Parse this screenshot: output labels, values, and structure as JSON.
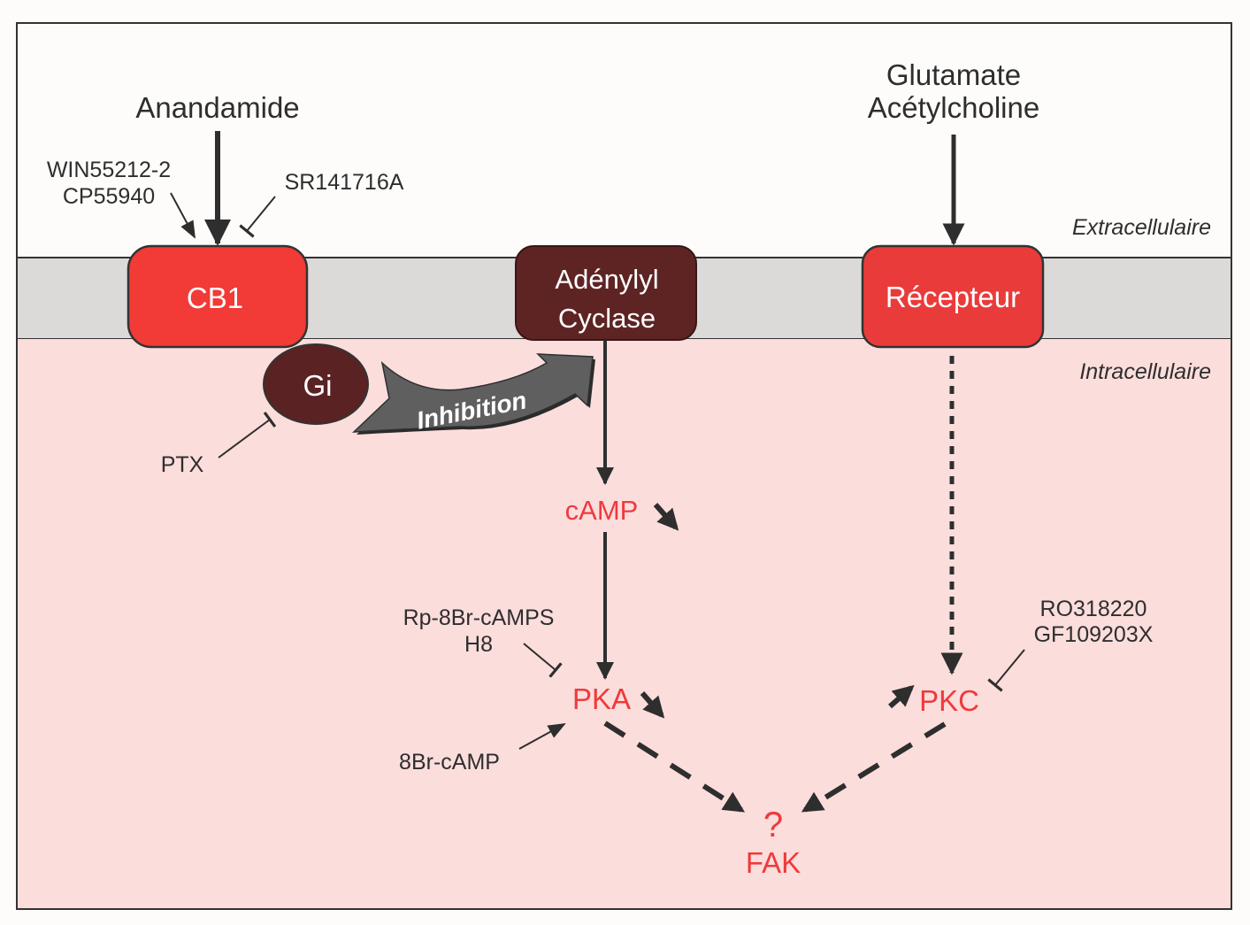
{
  "diagram": {
    "title": "",
    "compartments": {
      "extracellular": "Extracellulaire",
      "intracellular": "Intracellulaire"
    },
    "ligands": {
      "anandamide": "Anandamide",
      "glutamate": "Glutamate",
      "acetylcholine": "Acétylcholine"
    },
    "membrane_proteins": {
      "cb1": "CB1",
      "adenylyl_cyclase_line1": "Adénylyl",
      "adenylyl_cyclase_line2": "Cyclase",
      "receptor": "Récepteur"
    },
    "g_protein": "Gi",
    "inhibition_arrow_label": "Inhibition",
    "second_messengers": {
      "camp": "cAMP",
      "pka": "PKA",
      "pkc": "PKC",
      "question": "?",
      "fak": "FAK"
    },
    "agonists_cb1": [
      "WIN55212-2",
      "CP55940"
    ],
    "antagonist_cb1": "SR141716A",
    "gi_inhibitor": "PTX",
    "pka_inhibitors": [
      "Rp-8Br-cAMPS",
      "H8"
    ],
    "pka_activator": "8Br-cAMP",
    "pkc_inhibitors": [
      "RO318220",
      "GF109203X"
    ],
    "edges": [
      {
        "from": "Anandamide",
        "to": "CB1",
        "type": "activation"
      },
      {
        "from": "WIN55212-2 / CP55940",
        "to": "CB1",
        "type": "activation"
      },
      {
        "from": "SR141716A",
        "to": "CB1",
        "type": "inhibition"
      },
      {
        "from": "PTX",
        "to": "Gi",
        "type": "inhibition"
      },
      {
        "from": "Gi",
        "to": "Adénylyl Cyclase",
        "type": "inhibition"
      },
      {
        "from": "Adénylyl Cyclase",
        "to": "cAMP",
        "type": "activation"
      },
      {
        "from": "cAMP",
        "to": "PKA",
        "type": "activation"
      },
      {
        "from": "Rp-8Br-cAMPS / H8",
        "to": "PKA",
        "type": "inhibition"
      },
      {
        "from": "8Br-cAMP",
        "to": "PKA",
        "type": "activation"
      },
      {
        "from": "Glutamate / Acétylcholine",
        "to": "Récepteur",
        "type": "activation"
      },
      {
        "from": "Récepteur",
        "to": "PKC",
        "type": "dotted"
      },
      {
        "from": "RO318220 / GF109203X",
        "to": "PKC",
        "type": "inhibition"
      },
      {
        "from": "PKA",
        "to": "FAK",
        "type": "dashed"
      },
      {
        "from": "PKC",
        "to": "FAK",
        "type": "dashed"
      }
    ],
    "trend_indicators": {
      "camp": "decrease",
      "pka": "decrease",
      "pkc": "increase"
    },
    "colors": {
      "extracellular_bg": "#fdfcfa",
      "membrane_bg": "#d9d6d6",
      "intracellular_bg": "#fbdcdc",
      "cb1_fill": "#f23a36",
      "receptor_fill": "#ea3b3b",
      "adenylyl_fill": "#5e2424",
      "gi_fill": "#5a2222",
      "inhibition_arrow_fill": "#5c5c5c",
      "accent_red_text": "#ef3a3c",
      "ink": "#2e2e2e"
    }
  }
}
